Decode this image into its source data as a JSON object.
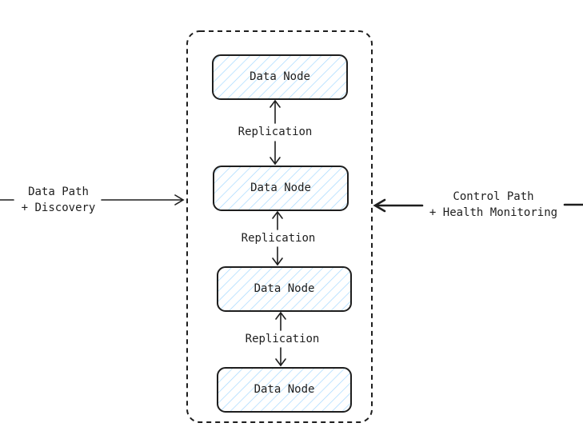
{
  "colors": {
    "stroke": "#1e1e1e",
    "node_fill": "#a5d8ff",
    "background": "#ffffff"
  },
  "left_input": {
    "line1": "Data Path",
    "line2": "+ Discovery"
  },
  "right_input": {
    "line1": "Control Path",
    "line2": "+ Health Monitoring"
  },
  "nodes": [
    {
      "label": "Data Node"
    },
    {
      "label": "Data Node"
    },
    {
      "label": "Data Node"
    },
    {
      "label": "Data Node"
    }
  ],
  "replications": [
    {
      "label": "Replication"
    },
    {
      "label": "Replication"
    },
    {
      "label": "Replication"
    }
  ]
}
